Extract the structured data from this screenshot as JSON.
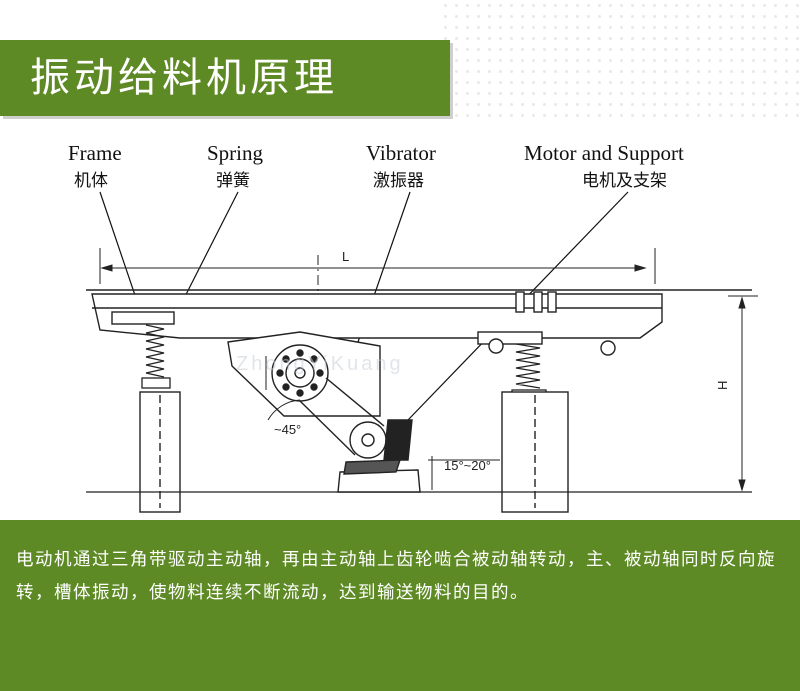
{
  "header": {
    "title": "振动给料机原理"
  },
  "diagram": {
    "labels": [
      {
        "en": "Frame",
        "zh": "机体"
      },
      {
        "en": "Spring",
        "zh": "弹簧"
      },
      {
        "en": "Vibrator",
        "zh": "激振器"
      },
      {
        "en": "Motor and Support",
        "zh": "电机及支架"
      }
    ],
    "dimension_length": "L",
    "dimension_height": "H",
    "angle_drive": "~45°",
    "angle_motor": "15°~20°",
    "watermark_text": "ZhongYiKuang"
  },
  "description": {
    "text": "电动机通过三角带驱动主动轴，再由主动轴上齿轮啮合被动轴转动，主、被动轴同时反向旋转，槽体振动，使物料连续不断流动，达到输送物料的目的。"
  },
  "colors": {
    "accent_green": "#5e8a25",
    "text_white": "#ffffff"
  }
}
